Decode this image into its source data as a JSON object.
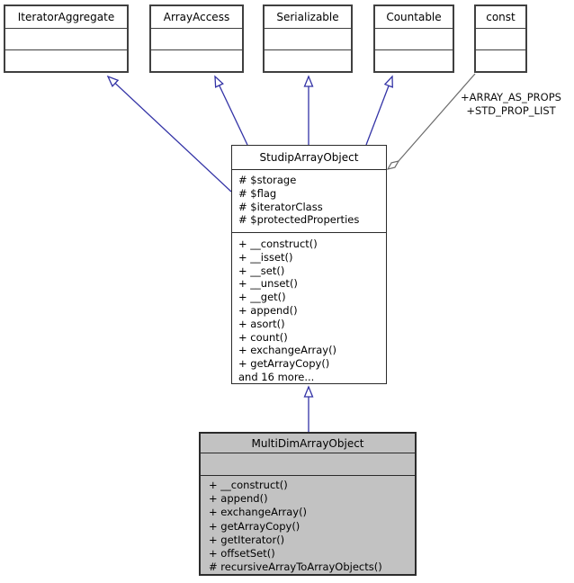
{
  "diagram_type": "uml-class-inheritance",
  "interfaces": [
    {
      "name": "IteratorAggregate"
    },
    {
      "name": "ArrayAccess"
    },
    {
      "name": "Serializable"
    },
    {
      "name": "Countable"
    },
    {
      "name": "const"
    }
  ],
  "usage": {
    "labels": [
      "+ARRAY_AS_PROPS",
      "+STD_PROP_LIST"
    ],
    "source": "const",
    "target": "StudipArrayObject"
  },
  "parent_class": {
    "name": "StudipArrayObject",
    "attributes": [
      "# $storage",
      "# $flag",
      "# $iteratorClass",
      "# $protectedProperties"
    ],
    "methods": [
      "+ __construct()",
      "+ __isset()",
      "+ __set()",
      "+ __unset()",
      "+ __get()",
      "+ append()",
      "+ asort()",
      "+ count()",
      "+ exchangeArray()",
      "+ getArrayCopy()",
      "and 16 more..."
    ]
  },
  "main_class": {
    "name": "MultiDimArrayObject",
    "attributes": [],
    "methods": [
      "+ __construct()",
      "+ append()",
      "+ exchangeArray()",
      "+ getArrayCopy()",
      "+ getIterator()",
      "+ offsetSet()",
      "# recursiveArrayToArrayObjects()"
    ]
  },
  "colors": {
    "inheritance_edge": "#3333a6",
    "usage_edge": "#6b6b6b",
    "highlight_fill": "#c2c2c2",
    "box_border": "#404040",
    "background": "#ffffff"
  }
}
